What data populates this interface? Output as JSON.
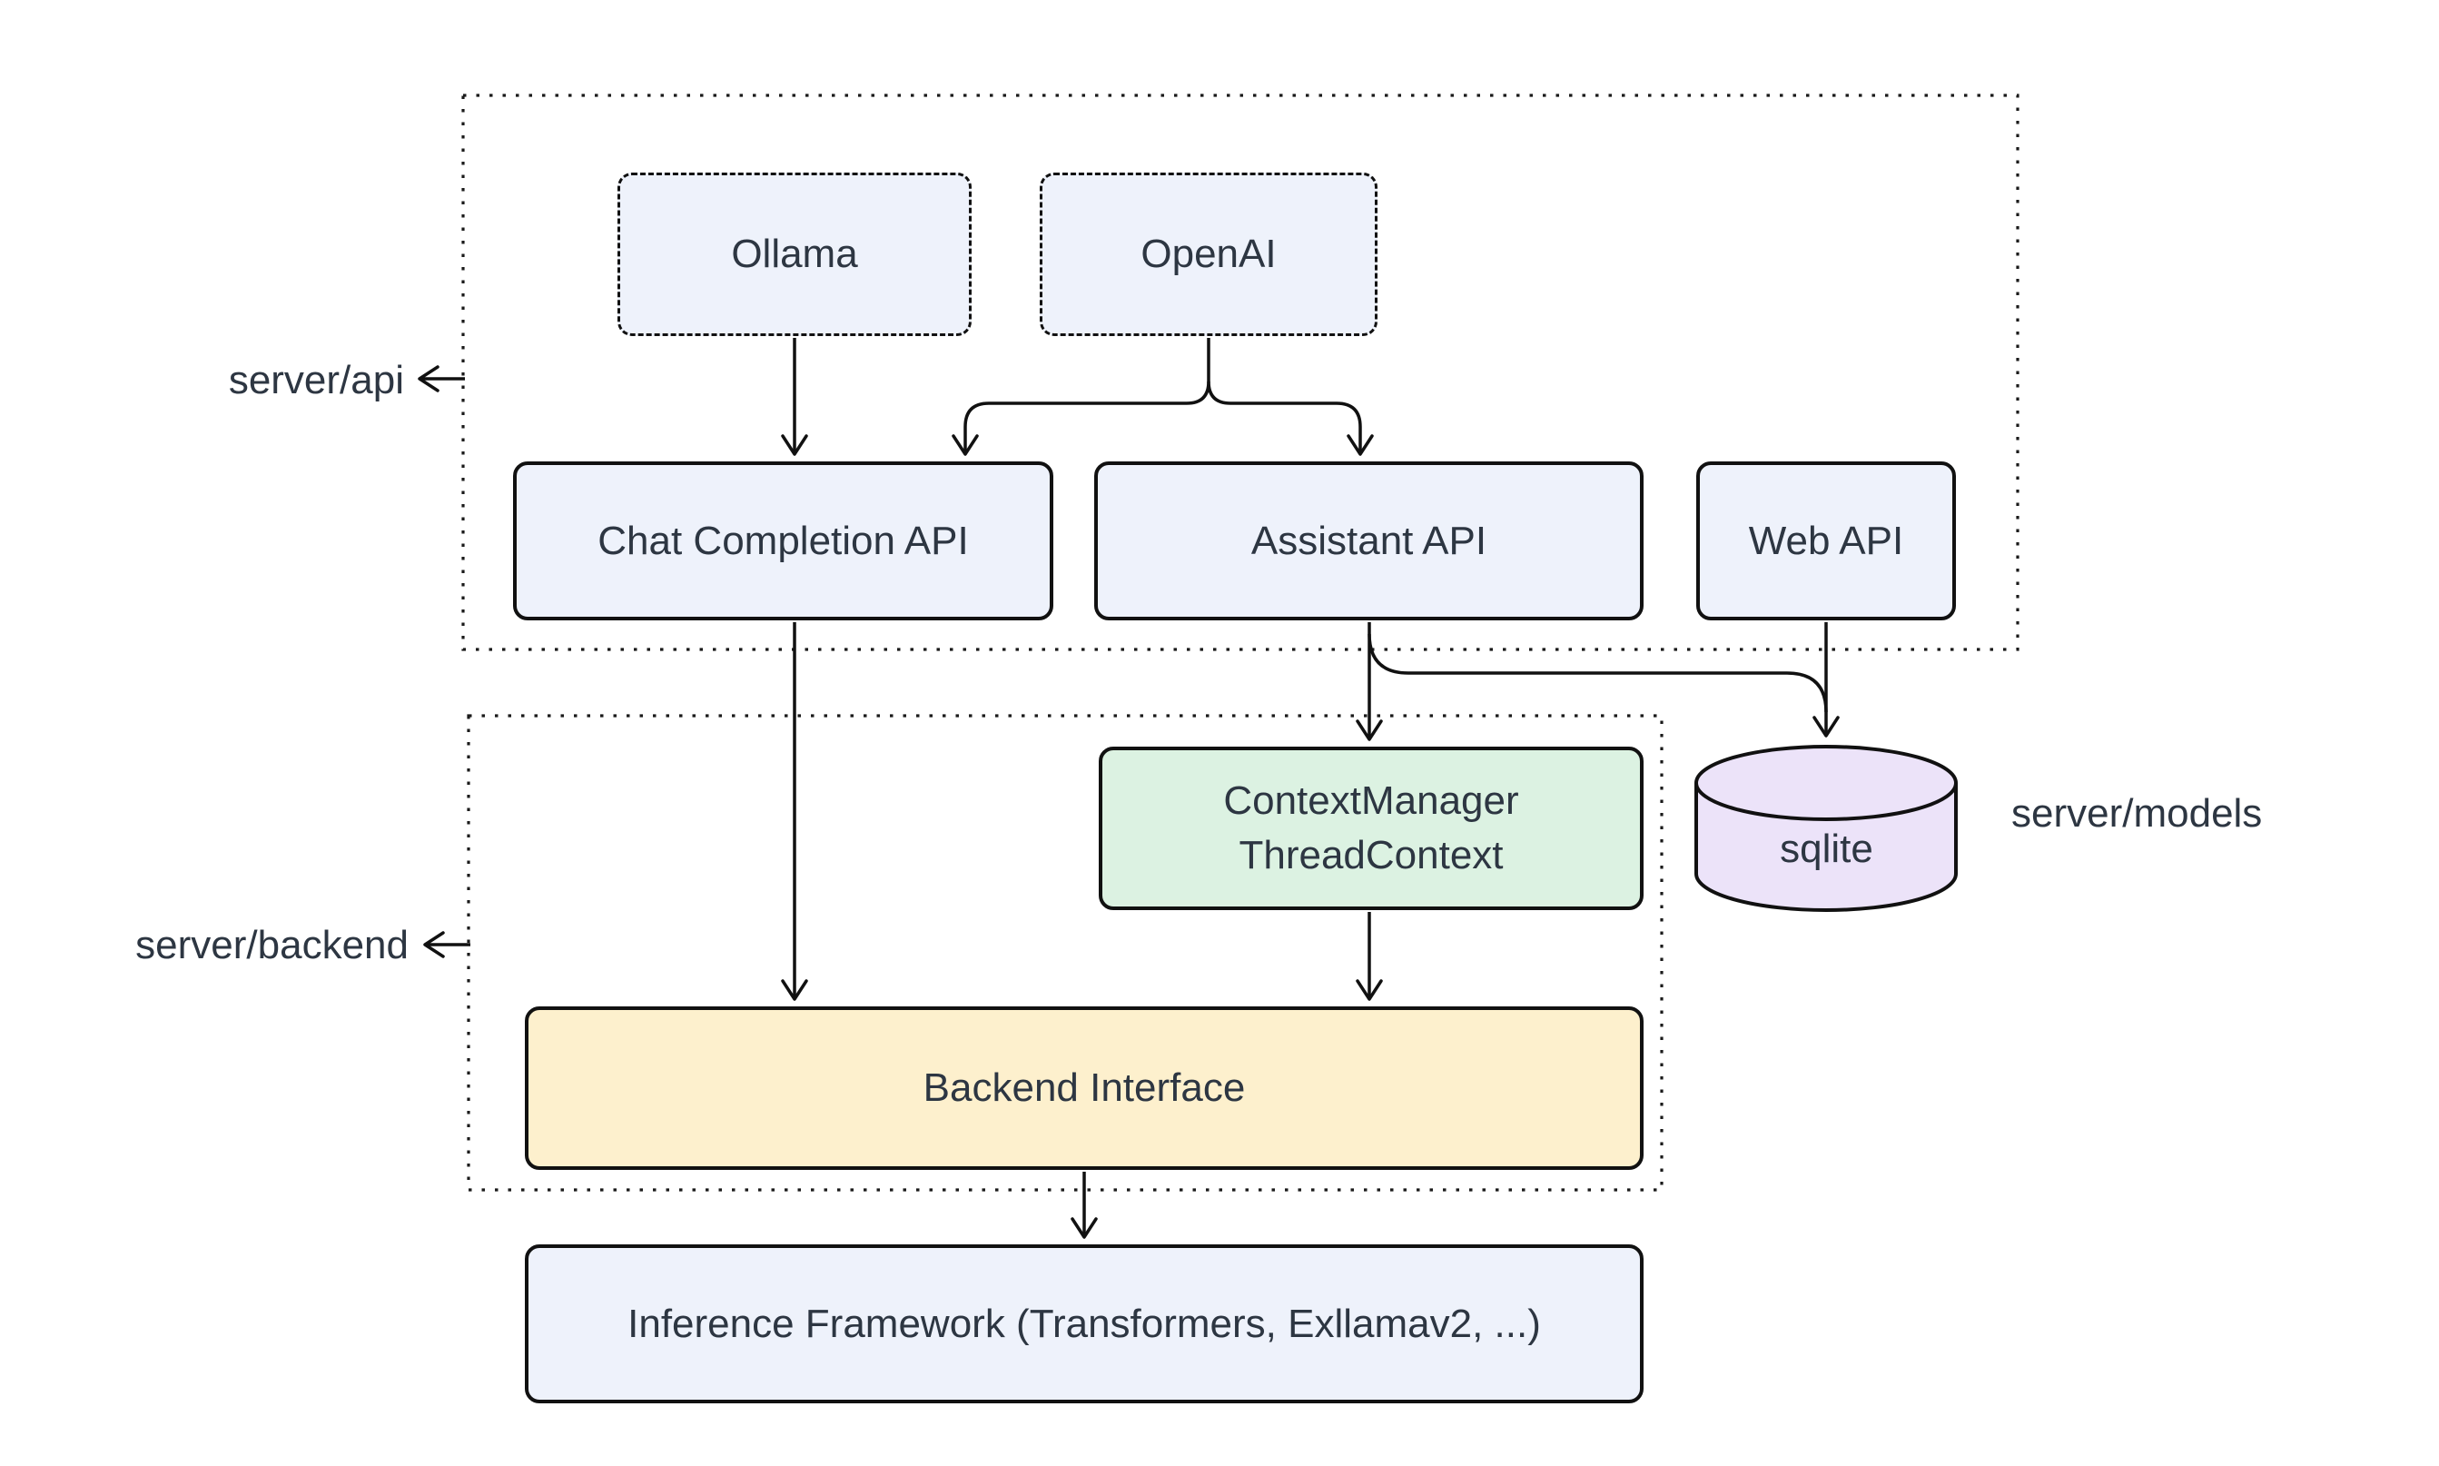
{
  "groups": {
    "api": {
      "label": "server/api"
    },
    "backend": {
      "label": "server/backend"
    },
    "models": {
      "label": "server/models"
    }
  },
  "nodes": {
    "ollama": {
      "label": "Ollama"
    },
    "openai": {
      "label": "OpenAI"
    },
    "chat_completion_api": {
      "label": "Chat Completion API"
    },
    "assistant_api": {
      "label": "Assistant API"
    },
    "web_api": {
      "label": "Web API"
    },
    "context_manager": {
      "line1": "ContextManager",
      "line2": "ThreadContext"
    },
    "sqlite": {
      "label": "sqlite"
    },
    "backend_interface": {
      "label": "Backend Interface"
    },
    "inference_framework": {
      "label": "Inference Framework (Transformers, Exllamav2, ...)"
    }
  },
  "colors": {
    "box_blue": "#eef2fb",
    "box_green": "#dcf2e2",
    "box_yellow": "#fdf0cd",
    "box_purple": "#ece3f9",
    "stroke": "#111111",
    "text": "#2d3642"
  }
}
